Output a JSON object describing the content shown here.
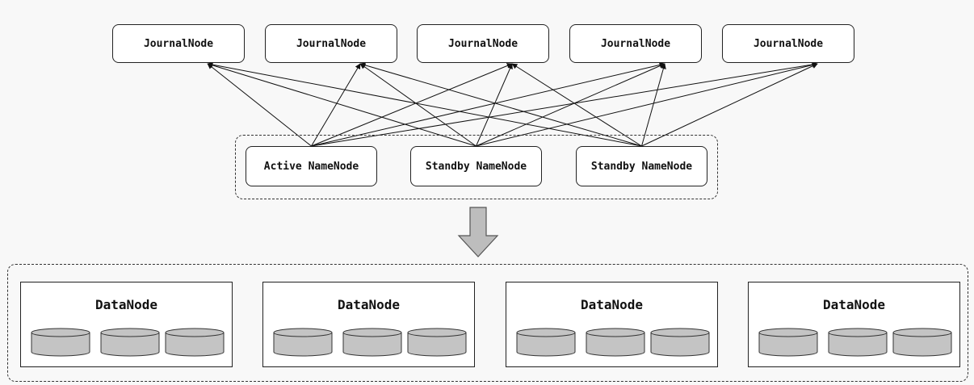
{
  "journal_nodes": [
    {
      "label": "JournalNode"
    },
    {
      "label": "JournalNode"
    },
    {
      "label": "JournalNode"
    },
    {
      "label": "JournalNode"
    },
    {
      "label": "JournalNode"
    }
  ],
  "name_nodes": [
    {
      "label": "Active NameNode"
    },
    {
      "label": "Standby NameNode"
    },
    {
      "label": "Standby NameNode"
    }
  ],
  "data_nodes": [
    {
      "label": "DataNode",
      "disks": 3
    },
    {
      "label": "DataNode",
      "disks": 3
    },
    {
      "label": "DataNode",
      "disks": 3
    },
    {
      "label": "DataNode",
      "disks": 3
    }
  ],
  "colors": {
    "background": "#f8f8f8",
    "node_fill": "#ffffff",
    "stroke": "#222222",
    "disk_fill": "#c4c4c4",
    "big_arrow_fill": "#bdbdbd"
  }
}
